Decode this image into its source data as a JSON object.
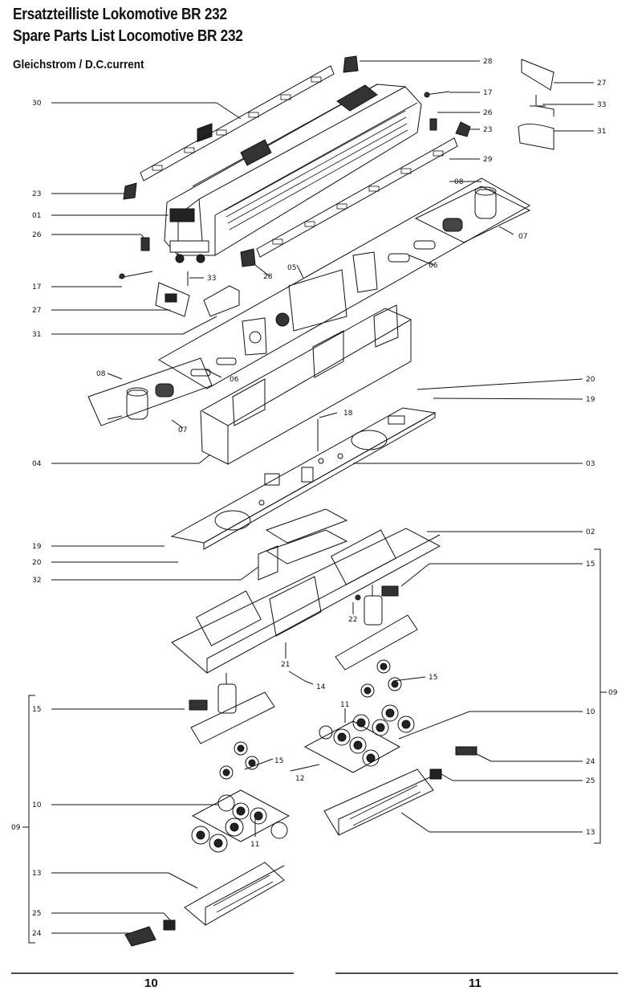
{
  "header": {
    "title_de": "Ersatzteilliste Lokomotive BR 232",
    "title_en": "Spare Parts List Locomotive BR 232",
    "subtitle": "Gleichstrom / D.C.current"
  },
  "callouts": {
    "c28a": "28",
    "c27a": "27",
    "c30": "30",
    "c17a": "17",
    "c33a": "33",
    "c26a": "26",
    "c31a": "31",
    "c23a": "23",
    "c29": "29",
    "c23b": "23",
    "c08a": "08",
    "c01": "01",
    "c07a": "07",
    "c26b": "26",
    "c28b": "28",
    "c06a": "06",
    "c17b": "17",
    "c05": "05",
    "c33b": "33",
    "c27b": "27",
    "c31b": "31",
    "c06b": "06",
    "c08b": "08",
    "c20a": "20",
    "c19a": "19",
    "c07b": "07",
    "c18": "18",
    "c04": "04",
    "c03": "03",
    "c02": "02",
    "c19b": "19",
    "c20b": "20",
    "c32": "32",
    "c15a": "15",
    "c22": "22",
    "c21": "21",
    "c14": "14",
    "c15b": "15",
    "c15c": "15",
    "c11a": "11",
    "c09a": "09",
    "c10a": "10",
    "c15d": "15",
    "c12": "12",
    "c24a": "24",
    "c25a": "25",
    "c10b": "10",
    "c11b": "11",
    "c09b": "09",
    "c13a": "13",
    "c13b": "13",
    "c25b": "25",
    "c24b": "24"
  },
  "pages": {
    "left": "10",
    "right": "11"
  }
}
